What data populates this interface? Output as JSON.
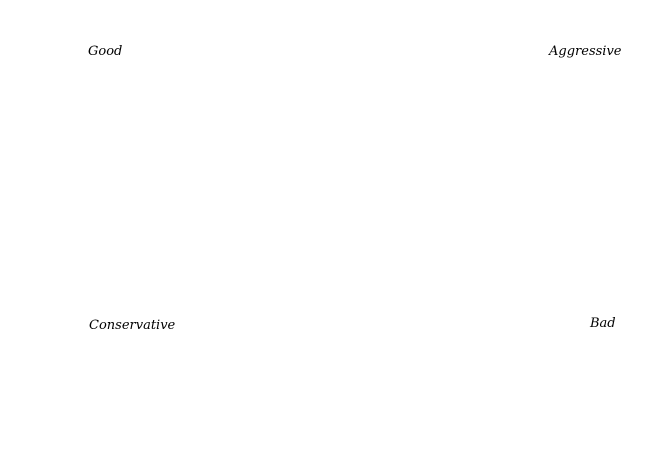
{
  "labels": {
    "top_left": "Good",
    "top_right": "Aggressive",
    "bottom_left": "Conservative",
    "bottom_right": "Bad"
  },
  "colors": {
    "background": "#ffffff",
    "text": "#000000"
  }
}
